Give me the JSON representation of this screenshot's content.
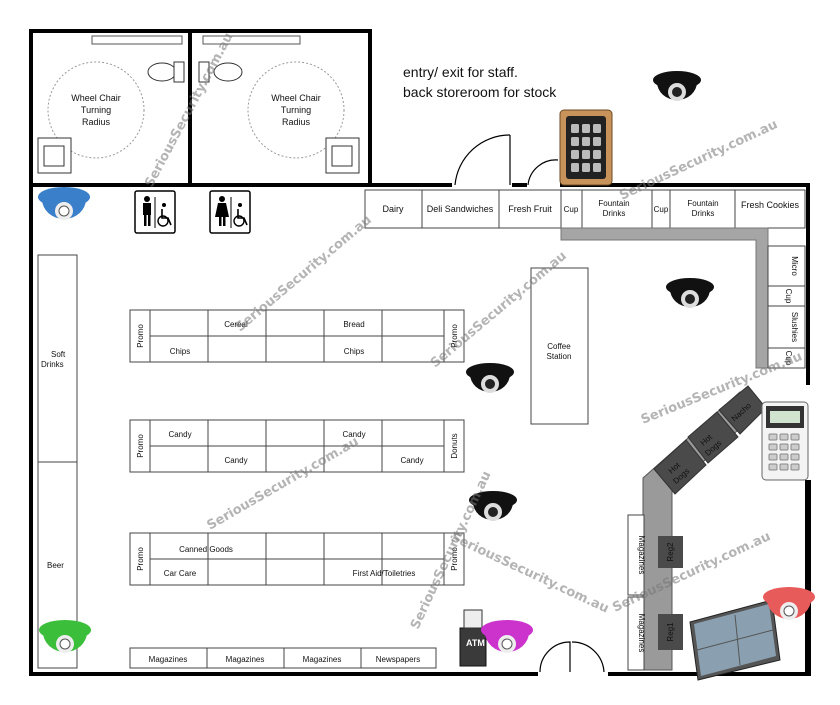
{
  "notes": {
    "line1": "entry/ exit for staff.",
    "line2": "back storeroom for stock"
  },
  "restrooms": {
    "left_radius_label": [
      "Wheel Chair",
      "Turning",
      "Radius"
    ],
    "right_radius_label": [
      "Wheel Chair",
      "Turning",
      "Radius"
    ]
  },
  "back_wall": {
    "dairy": "Dairy",
    "deli": "Deli Sandwiches",
    "fresh_fruit": "Fresh Fruit",
    "cup1": "Cup",
    "fountain1": [
      "Fountain",
      "Drinks"
    ],
    "cup2": "Cup",
    "fountain2": [
      "Fountain",
      "Drinks"
    ],
    "fresh_cookies": "Fresh Cookies"
  },
  "right_wall": {
    "micro": "Micro",
    "cup3": "Cup",
    "slushies": "Slushies",
    "cup4": "Cup"
  },
  "left_wall": {
    "soft_drinks": [
      "Soft",
      "Drinks"
    ],
    "beer": "Beer"
  },
  "aisle1": {
    "promo_left": "Promo",
    "promo_right": "Promo",
    "cereal": "Cereal",
    "bread": "Bread",
    "chips_left": "Chips",
    "chips_right": "Chips"
  },
  "aisle2": {
    "promo_left": "Promo",
    "donuts": "Donuts",
    "candy_tl": "Candy",
    "candy_tr": "Candy",
    "candy_bl": "Candy",
    "candy_br": "Candy"
  },
  "aisle3": {
    "promo_left": "Promo",
    "promo_right": "Promo",
    "canned_goods": "Canned Goods",
    "car_care": "Car Care",
    "first_aid": "First Aid/Toiletries"
  },
  "coffee_station": [
    "Coffee",
    "Station"
  ],
  "front_wall": {
    "magazines": [
      "Magazines",
      "Magazines",
      "Magazines"
    ],
    "newspapers": "Newspapers",
    "atm": "ATM"
  },
  "counter": {
    "hot_dogs_1": [
      "Hot",
      "Dogs"
    ],
    "hot_dogs_2": [
      "Hot",
      "Dogs"
    ],
    "nacho": "Nacho",
    "reg2": "Reg2",
    "reg1": "Reg1",
    "magazines_1": "Magazines",
    "magazines_2": "Magazines"
  },
  "watermark": "SeriousSecurity.com.au",
  "colors": {
    "camera_blue": "#3a7fc9",
    "camera_green": "#3bbf3b",
    "camera_magenta": "#cc33cc",
    "camera_red": "#e85b5b",
    "camera_black": "#111111",
    "counter_gray": "#9a9a9a"
  }
}
